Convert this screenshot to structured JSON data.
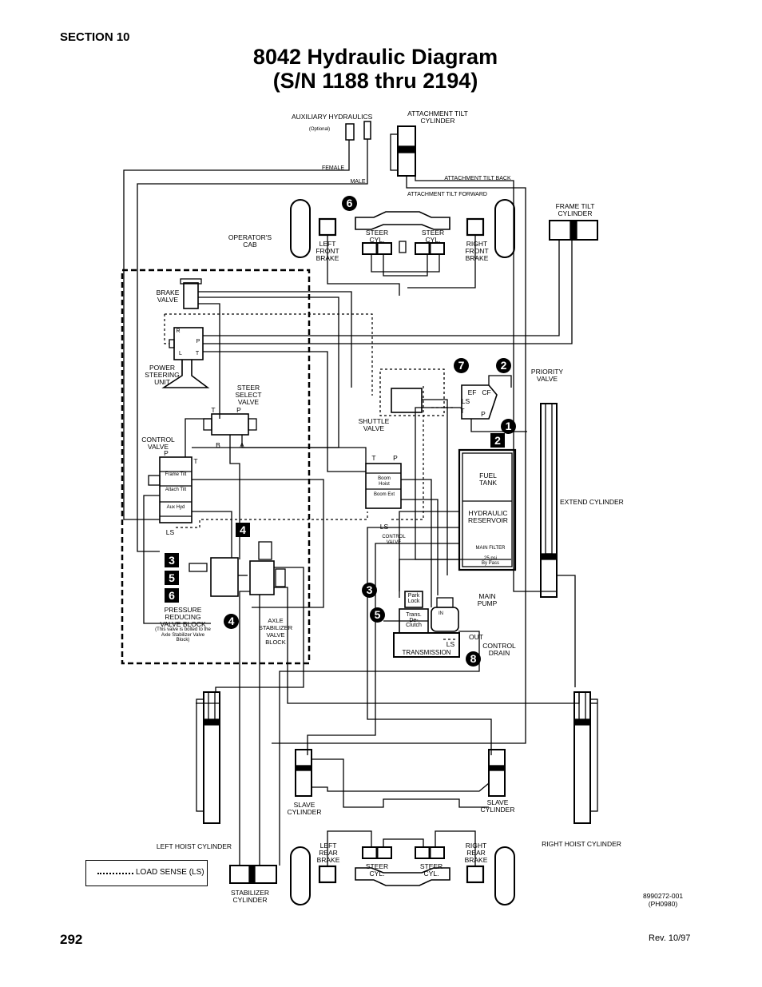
{
  "header": {
    "section": "SECTION 10",
    "title_line1": "8042 Hydraulic Diagram",
    "title_line2": "(S/N 1188 thru 2194)"
  },
  "footer": {
    "page_number": "292",
    "revision": "Rev. 10/97",
    "part_number": "8990272-001",
    "photo_ref": "(PH0980)"
  },
  "legend": {
    "load_sense": "LOAD SENSE (LS)"
  },
  "labels": {
    "aux_hyd": "AUXILIARY HYDRAULICS",
    "aux_opt": "(Optional)",
    "attach_tilt_cyl": "ATTACHMENT TILT CYLINDER",
    "female": "FEMALE",
    "male": "MALE",
    "attach_tilt_back": "ATTACHMENT TILT BACK",
    "attach_tilt_fwd": "ATTACHMENT TILT FORWARD",
    "frame_tilt_cyl": "FRAME TILT CYLINDER",
    "operators_cab": "OPERATOR'S CAB",
    "left_front_brake": "LEFT FRONT BRAKE",
    "right_front_brake": "RIGHT FRONT BRAKE",
    "steer_cyl": "STEER CYL.",
    "brake_valve": "BRAKE VALVE",
    "power_steering_unit": "POWER STEERING UNIT",
    "steer_select_valve": "STEER SELECT VALVE",
    "control_valve": "CONTROL VALVE",
    "shuttle_valve": "SHUTTLE VALVE",
    "priority_valve": "PRIORITY VALVE",
    "fuel_tank": "FUEL TANK",
    "hydraulic_reservoir": "HYDRAULIC RESERVOIR",
    "main_filter": "MAIN FILTER",
    "main_filter_psi": "25 psi",
    "main_filter_bypass": "By Pass",
    "extend_cylinder": "EXTEND CYLINDER",
    "control_valve_small": "CONTROL VALVE",
    "park_lock": "Park Lock",
    "trans_de_clutch": "Trans. De- Clutch",
    "transmission": "TRANSMISSION",
    "main_pump": "MAIN PUMP",
    "control_drain": "CONTROL DRAIN",
    "out": "OUT",
    "in": "IN",
    "ls": "LS",
    "pressure_reducing": "PRESSURE REDUCING VALVE BLOCK",
    "pressure_reducing_note": "(This valve is bolted to the Axle Stabilizer Valve Block)",
    "axle_stabilizer": "AXLE STABILIZER VALVE BLOCK",
    "slave_cylinder": "SLAVE CYLINDER",
    "left_hoist_cylinder": "LEFT HOIST CYLINDER",
    "right_hoist_cylinder": "RIGHT HOIST CYLINDER",
    "left_rear_brake": "LEFT REAR BRAKE",
    "right_rear_brake": "RIGHT REAR BRAKE",
    "stabilizer_cylinder": "STABILIZER CYLINDER",
    "port_t": "T",
    "port_p": "P",
    "port_b": "B",
    "port_a": "A",
    "port_ef": "EF",
    "port_cf": "CF",
    "port_r": "R",
    "port_l": "L",
    "frame_tilt": "Frame Tilt",
    "attach_tilt": "Attach Tilt",
    "aux_hyd_sm": "Aux Hyd",
    "boom_hoist": "Boom Hoist",
    "boom_ext": "Boom Ext"
  },
  "callouts": {
    "c1": "1",
    "c2": "2",
    "c3": "3",
    "c4": "4",
    "c5": "5",
    "c6": "6",
    "c7": "7",
    "c8": "8"
  }
}
